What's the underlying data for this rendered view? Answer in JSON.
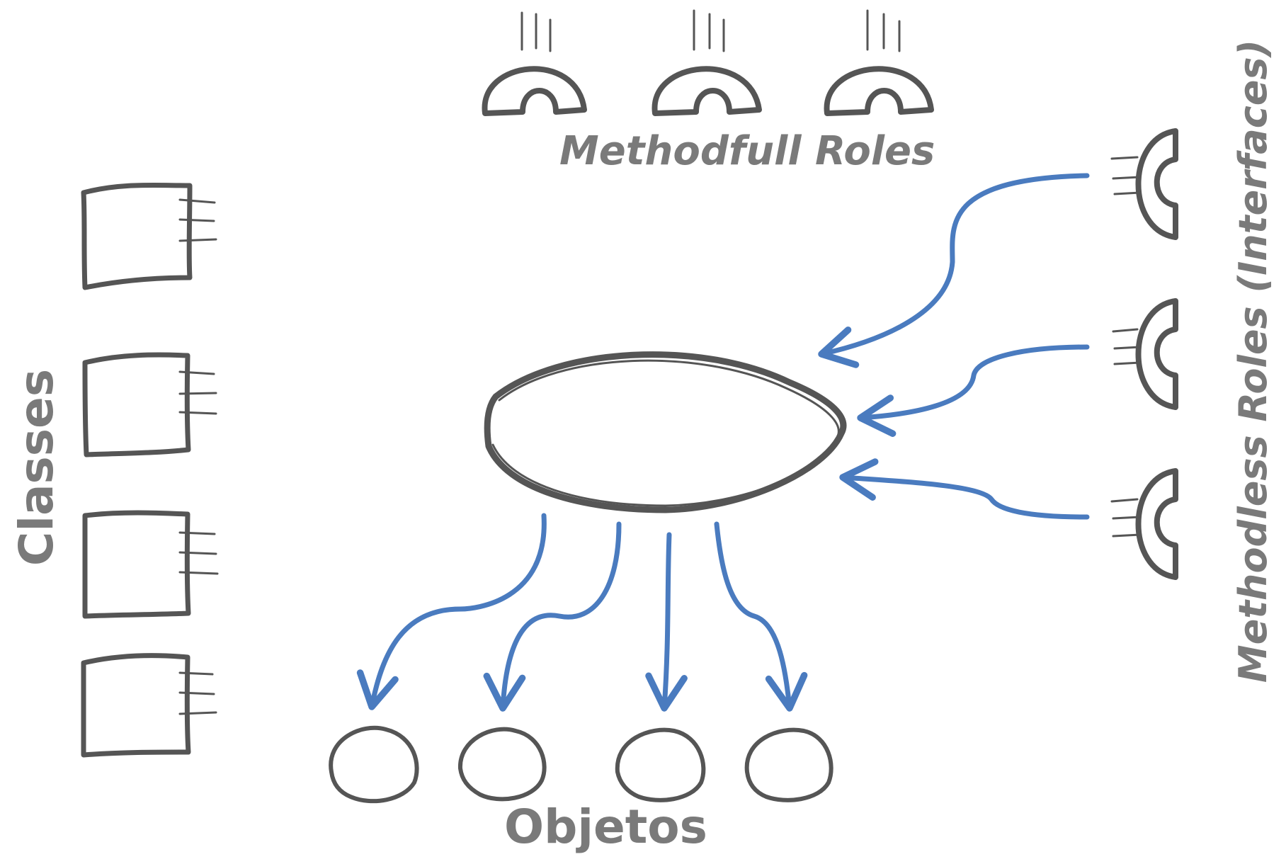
{
  "labels": {
    "methodfull_roles": "Methodfull Roles",
    "methodless_roles": "Methodless Roles (Interfaces)",
    "classes": "Classes",
    "objetos": "Objetos"
  },
  "colors": {
    "sketch": "#555555",
    "label_gray": "#7a7a7a",
    "arrow_blue": "#4a7bbf"
  },
  "role_patterns": {
    "methodfull": [
      "plain",
      "vertical-stripes",
      "diagonal-stripes"
    ],
    "methodless": [
      "diagonal-stripes",
      "horizontal-stripes",
      "plain"
    ]
  },
  "counts": {
    "classes": 4,
    "objetos": 4
  }
}
